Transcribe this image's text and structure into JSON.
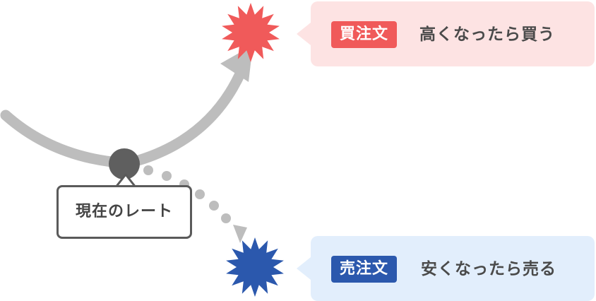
{
  "colors": {
    "buy_accent": "#f05a5a",
    "buy_background": "#fde3e3",
    "sell_accent": "#2b58ad",
    "sell_background": "#e2eefc",
    "path_gray": "#bdbdbd",
    "rate_dot": "#5f5f5f"
  },
  "buy_order": {
    "badge": "買注文",
    "description": "高くなったら買う",
    "icon": "starburst-icon"
  },
  "sell_order": {
    "badge": "売注文",
    "description": "安くなったら売る",
    "icon": "starburst-icon"
  },
  "current_rate": {
    "label": "現在のレート"
  }
}
